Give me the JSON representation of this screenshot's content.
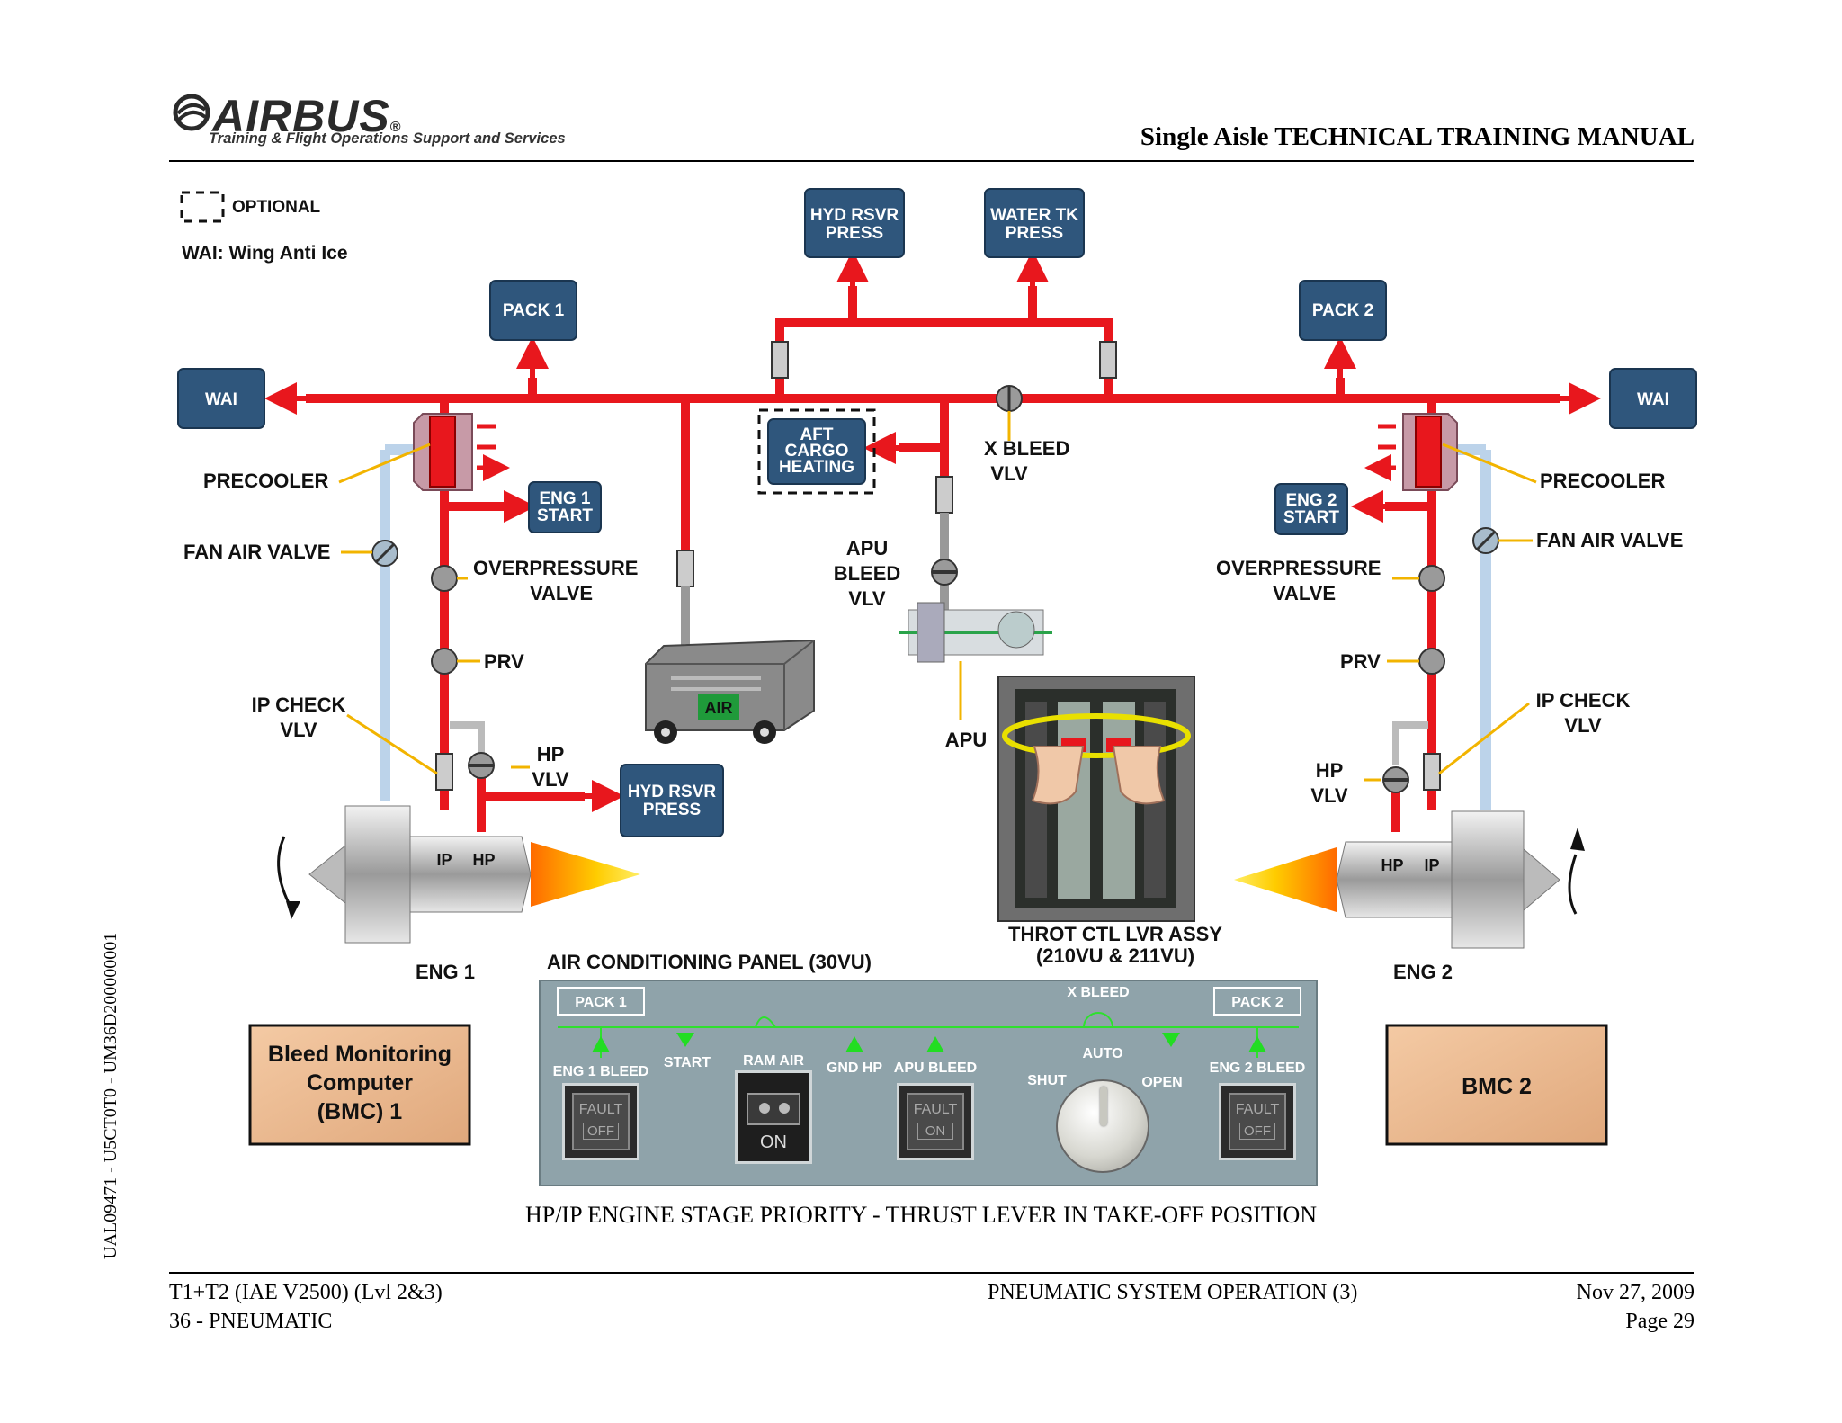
{
  "header": {
    "logo_text": "AIRBUS",
    "logo_reg": "®",
    "logo_subtitle": "Training & Flight Operations Support and Services",
    "manual_title": "Single Aisle TECHNICAL TRAINING MANUAL"
  },
  "side_code": "UAL09471 - U5CT0T0 - UM36D200000001",
  "legend": {
    "optional": "OPTIONAL",
    "wai_note": "WAI: Wing Anti Ice"
  },
  "diagram": {
    "hyd_rsvr_press_top": [
      "HYD RSVR",
      "PRESS"
    ],
    "water_tk_press": [
      "WATER TK",
      "PRESS"
    ],
    "pack1": "PACK 1",
    "pack2": "PACK 2",
    "wai_left": "WAI",
    "wai_right": "WAI",
    "aft_cargo": [
      "AFT",
      "CARGO",
      "HEATING"
    ],
    "x_bleed_vlv": [
      "X BLEED",
      "VLV"
    ],
    "precooler_left": "PRECOOLER",
    "precooler_right": "PRECOOLER",
    "eng1_start": [
      "ENG 1",
      "START"
    ],
    "eng2_start": [
      "ENG 2",
      "START"
    ],
    "fan_air_valve_left": "FAN AIR VALVE",
    "fan_air_valve_right": "FAN AIR VALVE",
    "overpressure_left": [
      "OVERPRESSURE",
      "VALVE"
    ],
    "overpressure_right": [
      "OVERPRESSURE",
      "VALVE"
    ],
    "apu_bleed_vlv": [
      "APU",
      "BLEED",
      "VLV"
    ],
    "prv_left": "PRV",
    "prv_right": "PRV",
    "ip_check_left": [
      "IP CHECK",
      "VLV"
    ],
    "ip_check_right": [
      "IP CHECK",
      "VLV"
    ],
    "hp_vlv_left": [
      "HP",
      "VLV"
    ],
    "hp_vlv_right": [
      "HP",
      "VLV"
    ],
    "hyd_rsvr_press_low": [
      "HYD RSVR",
      "PRESS"
    ],
    "air_cart": "AIR",
    "apu": "APU",
    "ip": "IP",
    "hp": "HP",
    "throt_label": [
      "THROT CTL LVR ASSY",
      "(210VU & 211VU)"
    ],
    "eng1": "ENG 1",
    "eng2": "ENG 2",
    "bmc1": [
      "Bleed Monitoring",
      "Computer",
      "(BMC) 1"
    ],
    "bmc2": "BMC 2"
  },
  "ac_panel": {
    "title": "AIR CONDITIONING PANEL (30VU)",
    "pack1": "PACK 1",
    "pack2": "PACK 2",
    "x_bleed": "X BLEED",
    "eng1_bleed": "ENG 1 BLEED",
    "start": "START",
    "ram_air": "RAM AIR",
    "gnd_hp": "GND HP",
    "apu_bleed": "APU BLEED",
    "auto": "AUTO",
    "shut": "SHUT",
    "open": "OPEN",
    "eng2_bleed": "ENG 2 BLEED",
    "fault": "FAULT",
    "off": "OFF",
    "on": "ON"
  },
  "caption": "HP/IP ENGINE STAGE PRIORITY - THRUST LEVER IN TAKE-OFF POSITION",
  "footer": {
    "left1": "T1+T2 (IAE V2500) (Lvl 2&3)",
    "left2": "36 - PNEUMATIC",
    "center": "PNEUMATIC SYSTEM OPERATION (3)",
    "right1": "Nov 27, 2009",
    "right2": "Page 29"
  },
  "colors": {
    "pipe_red": "#e8171d",
    "box_blue": "#2f567c",
    "panel_gray": "#8fa3aa",
    "arrow_green": "#22dd22"
  }
}
